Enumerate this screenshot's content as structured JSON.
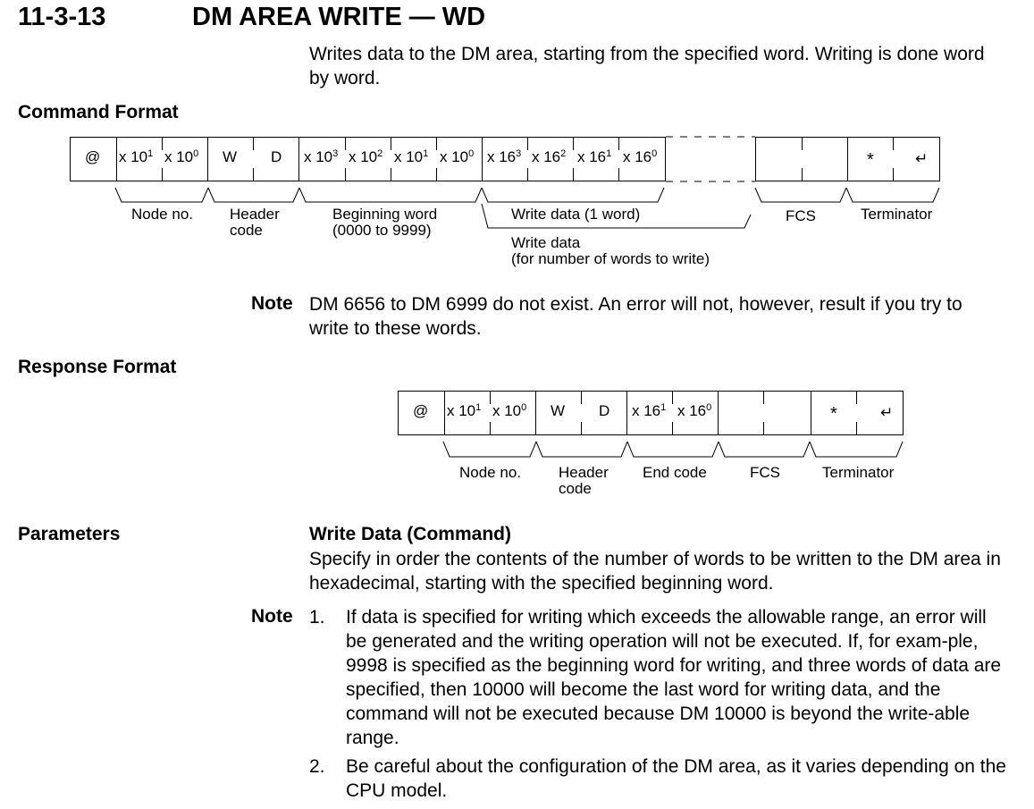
{
  "section": {
    "number": "11-3-13",
    "title": "DM AREA WRITE — WD",
    "intro": "Writes data to the DM area, starting from the specified word. Writing is done word by word."
  },
  "command_format": {
    "heading": "Command Format",
    "cells": {
      "at": "@",
      "node_hi": "x 10",
      "node_hi_exp": "1",
      "node_lo": "x 10",
      "node_lo_exp": "0",
      "header_w": "W",
      "header_d": "D",
      "bw_3": "x 10",
      "bw_3_exp": "3",
      "bw_2": "x 10",
      "bw_2_exp": "2",
      "bw_1": "x 10",
      "bw_1_exp": "1",
      "bw_0": "x 10",
      "bw_0_exp": "0",
      "wd_3": "x 16",
      "wd_3_exp": "3",
      "wd_2": "x 16",
      "wd_2_exp": "2",
      "wd_1": "x 16",
      "wd_1_exp": "1",
      "wd_0": "x 16",
      "wd_0_exp": "0",
      "term_star": "*",
      "term_cr": "↵"
    },
    "labels": {
      "node": "Node no.",
      "header_1": "Header",
      "header_2": "code",
      "beginning_1": "Beginning word",
      "beginning_2": "(0000 to 9999)",
      "write_data_1word": "Write data (1 word)",
      "write_data_1": "Write data",
      "write_data_2": "(for number of words to write)",
      "fcs": "FCS",
      "terminator": "Terminator"
    }
  },
  "note1": {
    "label": "Note",
    "text": "DM 6656 to DM 6999 do not exist. An error will not, however, result if you try to write to these words."
  },
  "response_format": {
    "heading": "Response Format",
    "cells": {
      "at": "@",
      "node_hi": "x 10",
      "node_hi_exp": "1",
      "node_lo": "x 10",
      "node_lo_exp": "0",
      "header_w": "W",
      "header_d": "D",
      "end_hi": "x 16",
      "end_hi_exp": "1",
      "end_lo": "x 16",
      "end_lo_exp": "0",
      "term_star": "*",
      "term_cr": "↵"
    },
    "labels": {
      "node": "Node no.",
      "header_1": "Header",
      "header_2": "code",
      "end_code": "End code",
      "fcs": "FCS",
      "terminator": "Terminator"
    }
  },
  "parameters": {
    "heading": "Parameters",
    "subheading": "Write Data (Command)",
    "text": "Specify in order the contents of the number of words to be written to the DM area in hexadecimal, starting with the specified beginning word."
  },
  "note2": {
    "label": "Note",
    "items": [
      {
        "num": "1.",
        "text": "If data is specified for writing which exceeds the allowable range, an error will be generated and the writing operation will not be executed. If, for exam-ple, 9998 is specified as the beginning word for writing, and three words of data are specified, then 10000 will become the last word for writing data, and the command will not be executed because DM 10000 is beyond the write-able range."
      },
      {
        "num": "2.",
        "text": "Be careful about the configuration of the DM area, as it varies depending on the CPU model."
      }
    ]
  }
}
